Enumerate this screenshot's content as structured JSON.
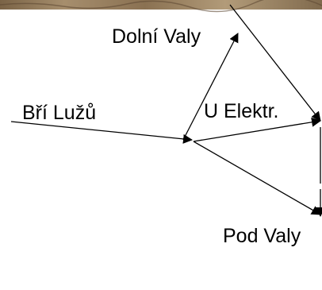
{
  "diagram": {
    "labels": {
      "dolni_valy": "Dolní Valy",
      "bri_luzu": "Bří Lužů",
      "u_elektr": "U Elektr.",
      "pod_valy": "Pod Valy"
    },
    "background_strip": "photo texture (brown/tan)"
  }
}
